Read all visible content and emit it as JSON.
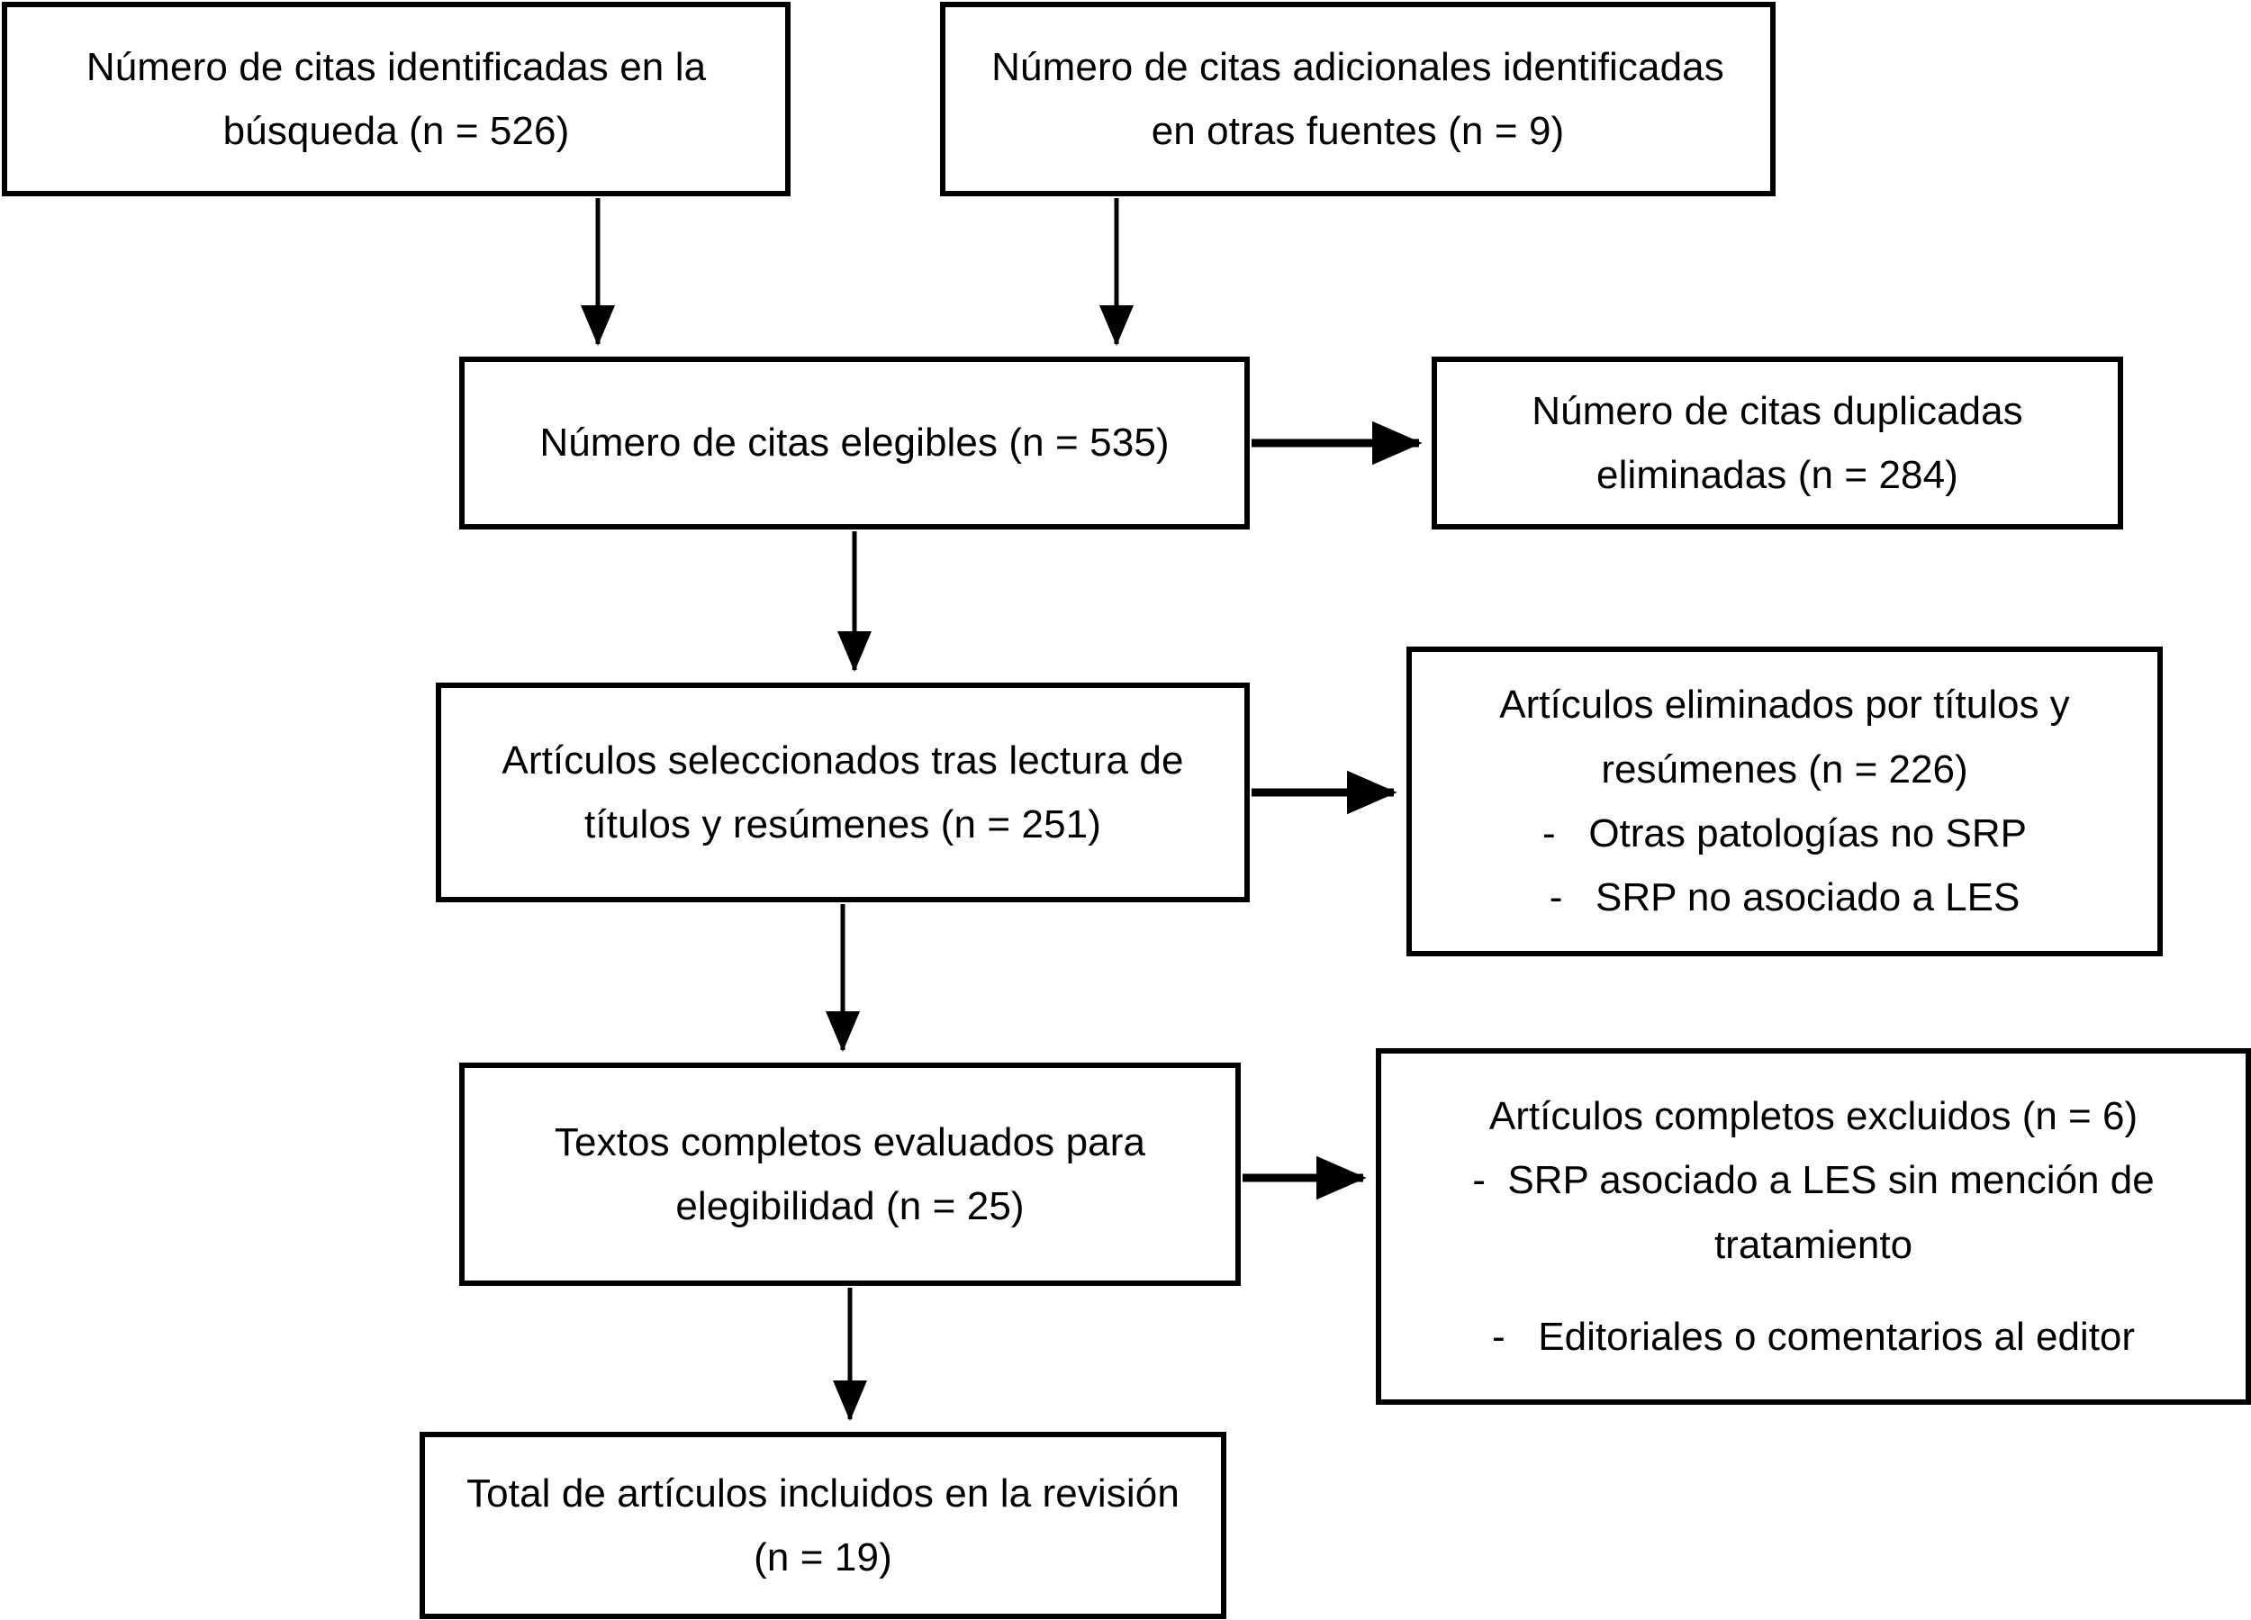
{
  "diagram": {
    "type": "prisma-flow-diagram",
    "language": "es",
    "line_color": "#000000",
    "box_fill": "#ffffff",
    "boxes": [
      {
        "id": "identified",
        "label": "Número de citas identificadas en la búsqueda (n = 526)",
        "n": 526,
        "stage": "identificacion"
      },
      {
        "id": "additional",
        "label": "Número de citas adicionales identificadas en otras fuentes (n = 9)",
        "n": 9,
        "stage": "identificacion"
      },
      {
        "id": "eligible",
        "label": "Número de citas elegibles (n = 535)",
        "n": 535,
        "stage": "cribado"
      },
      {
        "id": "duplicates",
        "label": "Número de citas duplicadas eliminadas (n = 284)",
        "n": 284,
        "stage": "cribado-exclusion"
      },
      {
        "id": "screened",
        "label": "Artículos seleccionados tras lectura de títulos y resúmenes (n = 251)",
        "n": 251,
        "stage": "cribado"
      },
      {
        "id": "excluded_title_abstract",
        "lead": "Artículos eliminados por títulos y resúmenes (n = 226)",
        "n": 226,
        "bullets": [
          "Otras patologías no SRP",
          "SRP no asociado a LES"
        ],
        "bullet_marker": "-",
        "stage": "cribado-exclusion"
      },
      {
        "id": "fulltext",
        "label": "Textos completos evaluados para elegibilidad (n = 25)",
        "n": 25,
        "stage": "elegibilidad"
      },
      {
        "id": "excluded_fulltext",
        "lead": "Artículos completos excluidos (n = 6)",
        "n": 6,
        "bullets": [
          "SRP asociado a LES sin mención de tratamiento",
          "Editoriales o comentarios al editor"
        ],
        "bullet_marker": "-",
        "stage": "elegibilidad-exclusion"
      },
      {
        "id": "included",
        "label": "Total de artículos incluidos en la revisión (n = 19)",
        "n": 19,
        "stage": "inclusion"
      }
    ],
    "connectors": [
      {
        "from": "identified",
        "to": "eligible",
        "direction": "down"
      },
      {
        "from": "additional",
        "to": "eligible",
        "direction": "down"
      },
      {
        "from": "eligible",
        "to": "duplicates",
        "direction": "right"
      },
      {
        "from": "eligible",
        "to": "screened",
        "direction": "down"
      },
      {
        "from": "screened",
        "to": "excluded_title_abstract",
        "direction": "right"
      },
      {
        "from": "screened",
        "to": "fulltext",
        "direction": "down"
      },
      {
        "from": "fulltext",
        "to": "excluded_fulltext",
        "direction": "right"
      },
      {
        "from": "fulltext",
        "to": "included",
        "direction": "down"
      }
    ]
  }
}
